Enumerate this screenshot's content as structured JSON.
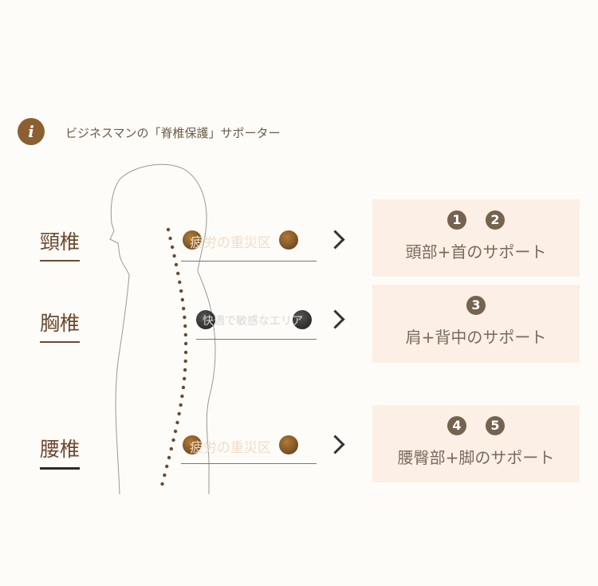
{
  "header": {
    "info_icon": "i",
    "title": "ビジネスマンの「脊椎保護」サポーター"
  },
  "vertebrae": [
    {
      "label": "頸椎",
      "tag": "疲労の重災区"
    },
    {
      "label": "胸椎",
      "tag": "快適で敏感なエリア"
    },
    {
      "label": "腰椎",
      "tag": "疲労の重災区"
    }
  ],
  "supports": [
    {
      "numbers": [
        "1",
        "2"
      ],
      "text": "頭部+首のサポート"
    },
    {
      "numbers": [
        "3"
      ],
      "text": "肩+背中のサポート"
    },
    {
      "numbers": [
        "4",
        "5"
      ],
      "text": "腰臀部+脚のサポート"
    }
  ],
  "colors": {
    "brand": "#8c5f33",
    "box": "#fcefe6"
  }
}
